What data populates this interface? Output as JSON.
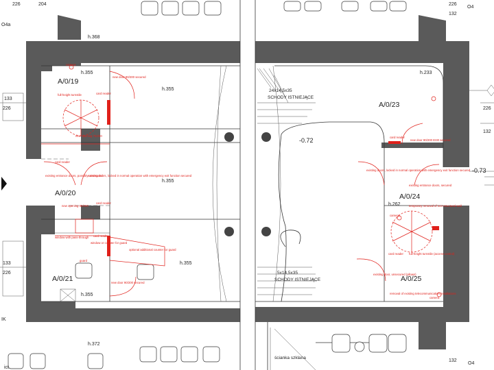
{
  "rooms": [
    {
      "id": "A/0/19"
    },
    {
      "id": "A/0/20"
    },
    {
      "id": "A/0/21"
    },
    {
      "id": "A/0/23"
    },
    {
      "id": "A/0/24"
    },
    {
      "id": "A/0/25"
    }
  ],
  "heights": {
    "h368": "h.368",
    "h355a": "h.355",
    "h355b": "h.355",
    "h355c": "h.355",
    "h355d": "h.355",
    "h355e": "h.355",
    "h372": "h.372",
    "h233": "h.233",
    "h262": "h.262"
  },
  "levels": {
    "m072": "-0.72",
    "m073": "-0.73"
  },
  "stairs": {
    "top": "24x14,5x35",
    "top_name": "SCHODY ISTNIEJĄCE",
    "bottom": "5x14,5x35",
    "bottom_name": "SCHODY ISTNIEJĄCE"
  },
  "glass_wall": "ścianka szklana",
  "edge": {
    "e133a": "133",
    "e226a": "226",
    "e133b": "133",
    "e226b": "226",
    "e226top": "226",
    "e204top": "204",
    "e226tr": "226",
    "e132top": "132",
    "o4top": "O4",
    "o4a": "O4a",
    "ik": "IK",
    "e132bot": "132",
    "o4bot": "O4",
    "e226r": "226",
    "e132r": "132",
    "ict": "ict"
  },
  "notes": {
    "camera": "camera",
    "full_turnstile": "full-height turnstile",
    "new_door_19": "new door 90/200 secured",
    "card_reader_19": "card reader",
    "new_opening_19": "new opening 75/200",
    "card_reader_20": "card reader",
    "existing_entrance": "existing entrance doors, possibly unsecured",
    "existing_doors_20": "existing doors, locked in normal operation with emergency exit function secured",
    "new_opening_20": "new opening 95/200",
    "card_reader_20b": "card reader",
    "window_pass": "window with pass-through",
    "card_reader_21": "card reader",
    "window_counter": "window or counter for guard",
    "optional_counter": "optional additional counter for guard",
    "guard": "guard",
    "new_door_21": "new door 90/200 secured",
    "card_reader_23": "card reader",
    "new_door_23": "new door 90/200 EI30 secured",
    "existing_doors_24": "existing doors, locked in normal operation with emergency exit function secured",
    "existing_entrance_24": "existing entrance doors, secured",
    "temp_removal": "temporary removal of non-structural wall",
    "camera_24": "camera",
    "card_reader_24": "card reader",
    "full_turnstile_24": "full-height turnstile (access control)",
    "existing_door_25": "existing door, unsecured (allows)",
    "removal_telecom": "removal of existing telecommunication installations",
    "camera_25": "camera"
  }
}
